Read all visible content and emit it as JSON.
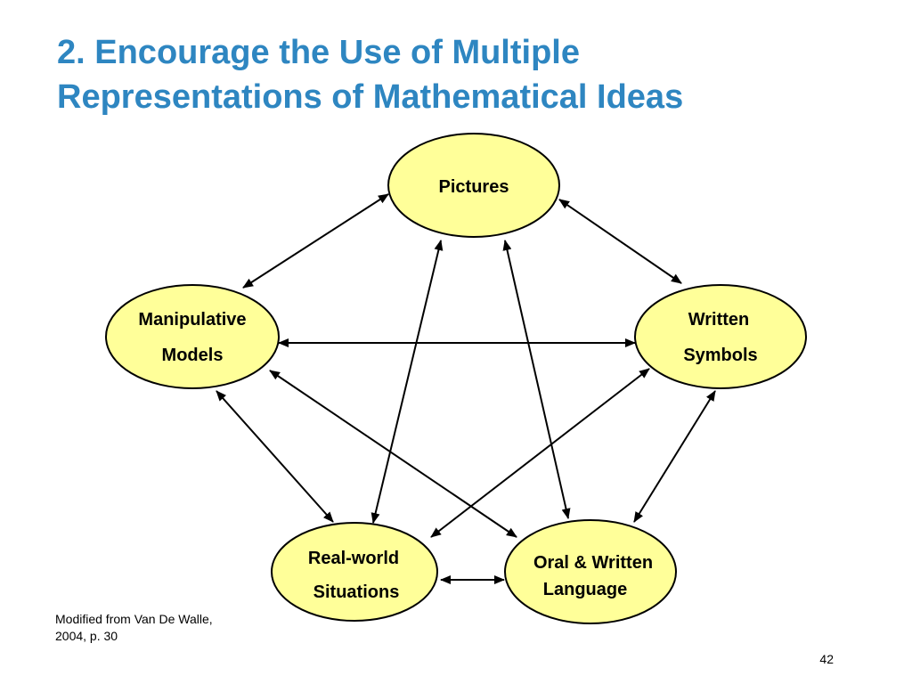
{
  "slide": {
    "title_lines": [
      "2. Encourage the Use of Multiple",
      "Representations of Mathematical Ideas"
    ],
    "citation_lines": [
      "Modified from Van De Walle,",
      "2004, p. 30"
    ],
    "page_number": "42"
  },
  "diagram": {
    "colors": {
      "node_fill": "#FFFF99",
      "node_stroke": "#000000",
      "arrow": "#000000",
      "title": "#2E86C1"
    },
    "nodes": [
      {
        "id": "pictures",
        "lines": [
          "Pictures"
        ]
      },
      {
        "id": "manipulative-models",
        "lines": [
          "Manipulative",
          "Models"
        ]
      },
      {
        "id": "written-symbols",
        "lines": [
          "Written",
          "Symbols"
        ]
      },
      {
        "id": "real-world-situations",
        "lines": [
          "Real-world",
          "Situations"
        ]
      },
      {
        "id": "oral-written-language",
        "lines": [
          "Oral & Written",
          "Language"
        ]
      }
    ],
    "connections": [
      {
        "from": "pictures",
        "to": "manipulative-models",
        "bidirectional": true
      },
      {
        "from": "pictures",
        "to": "written-symbols",
        "bidirectional": true
      },
      {
        "from": "pictures",
        "to": "real-world-situations",
        "bidirectional": true
      },
      {
        "from": "pictures",
        "to": "oral-written-language",
        "bidirectional": true
      },
      {
        "from": "manipulative-models",
        "to": "written-symbols",
        "bidirectional": true
      },
      {
        "from": "manipulative-models",
        "to": "real-world-situations",
        "bidirectional": true
      },
      {
        "from": "manipulative-models",
        "to": "oral-written-language",
        "bidirectional": true
      },
      {
        "from": "written-symbols",
        "to": "real-world-situations",
        "bidirectional": true
      },
      {
        "from": "written-symbols",
        "to": "oral-written-language",
        "bidirectional": true
      },
      {
        "from": "real-world-situations",
        "to": "oral-written-language",
        "bidirectional": true
      }
    ]
  }
}
